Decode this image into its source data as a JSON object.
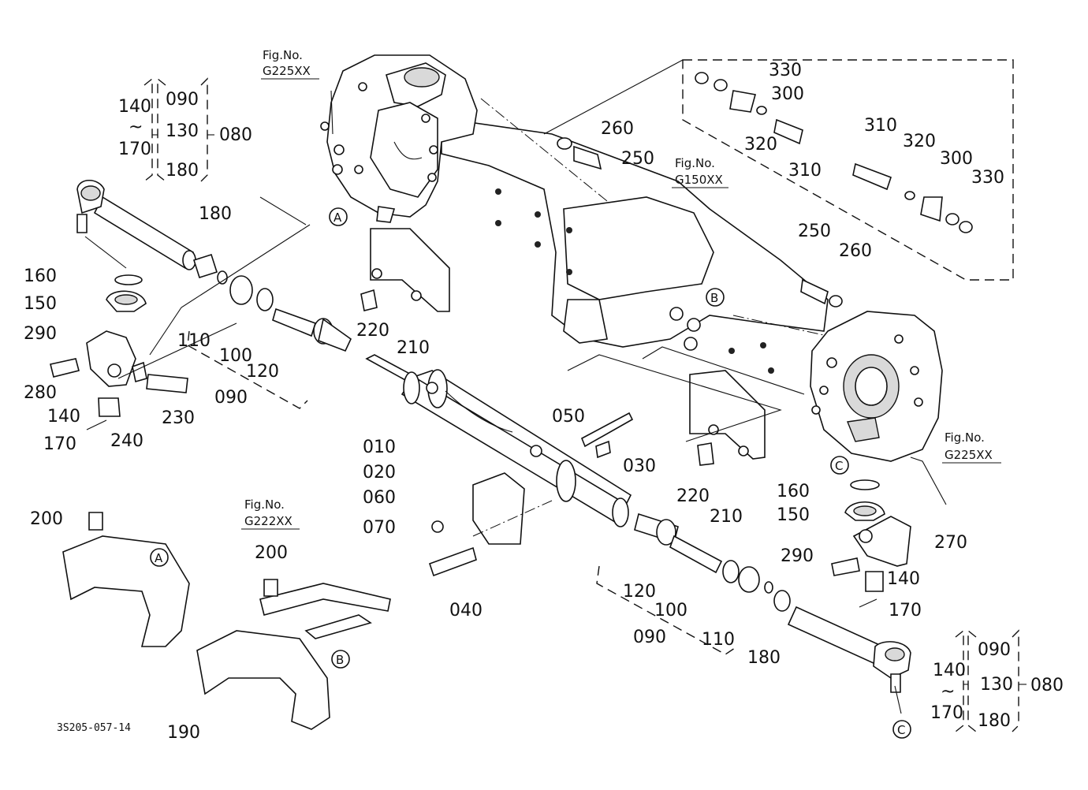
{
  "drawing_code": "3S205-057-14",
  "figure_refs": [
    {
      "prefix": "Fig.No.",
      "code": "G225XX"
    },
    {
      "prefix": "Fig.No.",
      "code": "G150XX"
    },
    {
      "prefix": "Fig.No.",
      "code": "G225XX"
    },
    {
      "prefix": "Fig.No.",
      "code": "G222XX"
    }
  ],
  "reference_markers": [
    "A",
    "A",
    "B",
    "B",
    "C",
    "C"
  ],
  "part_labels": [
    "140",
    "~",
    "170",
    "090",
    "130",
    "180",
    "080",
    "180",
    "160",
    "150",
    "290",
    "280",
    "140",
    "170",
    "240",
    "230",
    "110",
    "100",
    "120",
    "090",
    "220",
    "210",
    "010",
    "020",
    "060",
    "070",
    "040",
    "050",
    "030",
    "220",
    "210",
    "200",
    "200",
    "190",
    "260",
    "250",
    "330",
    "300",
    "320",
    "310",
    "310",
    "320",
    "300",
    "330",
    "250",
    "260",
    "160",
    "150",
    "270",
    "290",
    "140",
    "170",
    "120",
    "100",
    "110",
    "090",
    "180",
    "140",
    "~",
    "170",
    "090",
    "130",
    "180",
    "080"
  ]
}
